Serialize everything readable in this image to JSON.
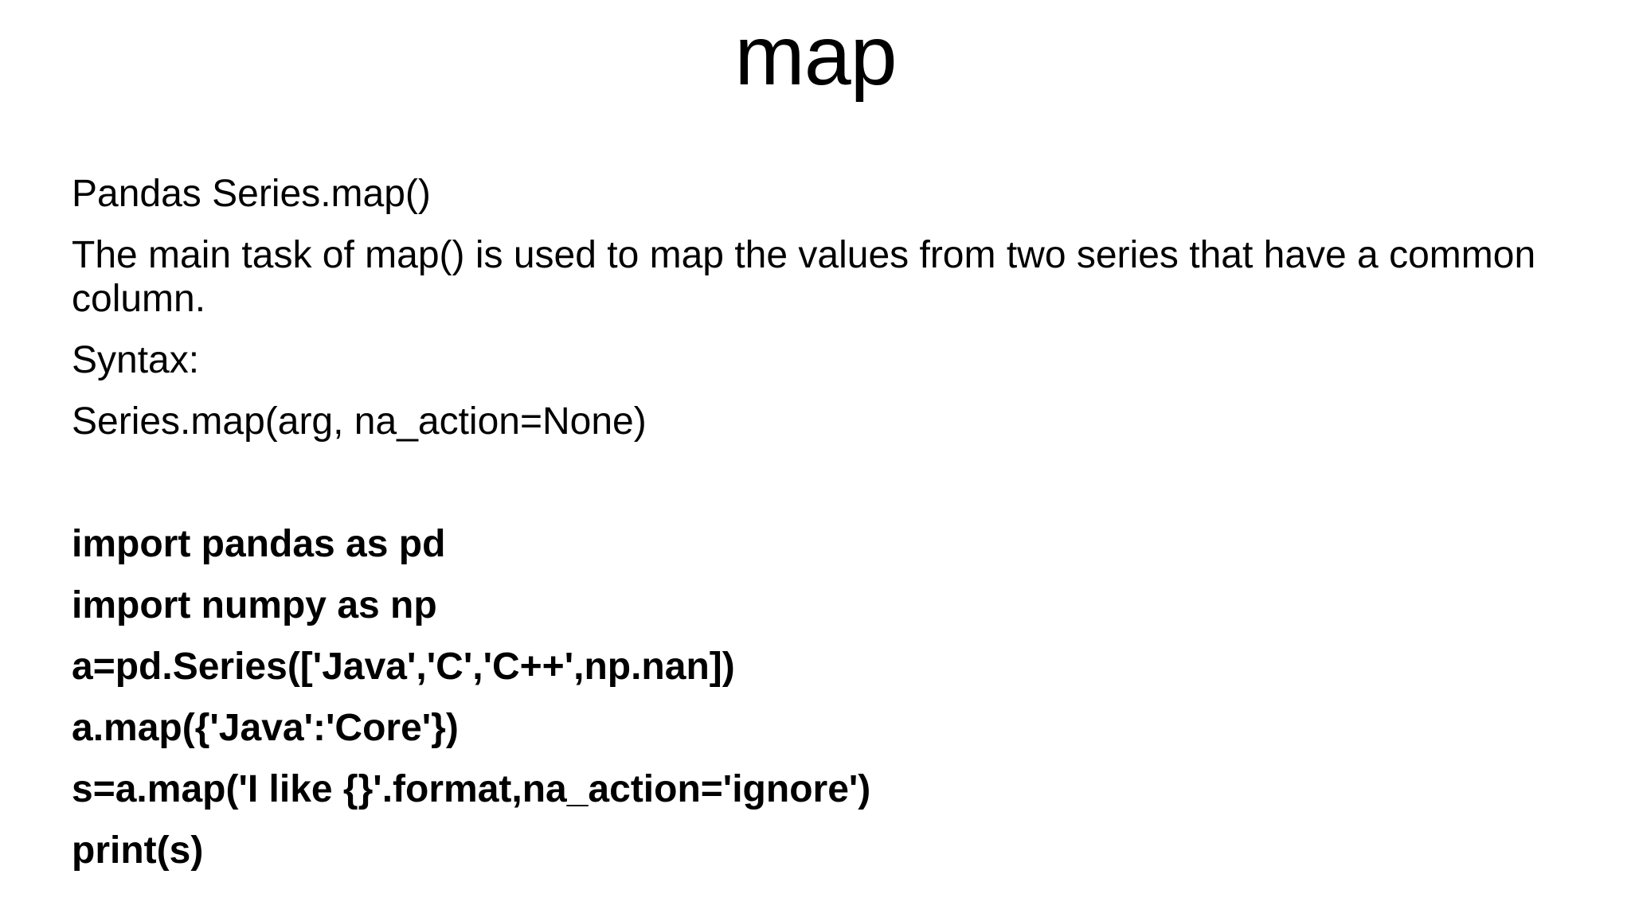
{
  "slide": {
    "title": "map",
    "paragraphs": [
      {
        "text": "Pandas Series.map()"
      },
      {
        "text": "The main task of map() is used to map the values from two series that have a common column."
      },
      {
        "text": "Syntax:"
      },
      {
        "text": "Series.map(arg, na_action=None)"
      },
      {
        "text": ""
      },
      {
        "text": "import pandas as pd"
      },
      {
        "text": "import numpy as np"
      },
      {
        "text": "a=pd.Series(['Java','C','C++',np.nan])"
      },
      {
        "text": "a.map({'Java':'Core'})"
      },
      {
        "text": "s=a.map('I like {}'.format,na_action='ignore')"
      },
      {
        "text": "print(s)"
      }
    ],
    "colors": {
      "background": "#ffffff",
      "text": "#000000"
    }
  }
}
